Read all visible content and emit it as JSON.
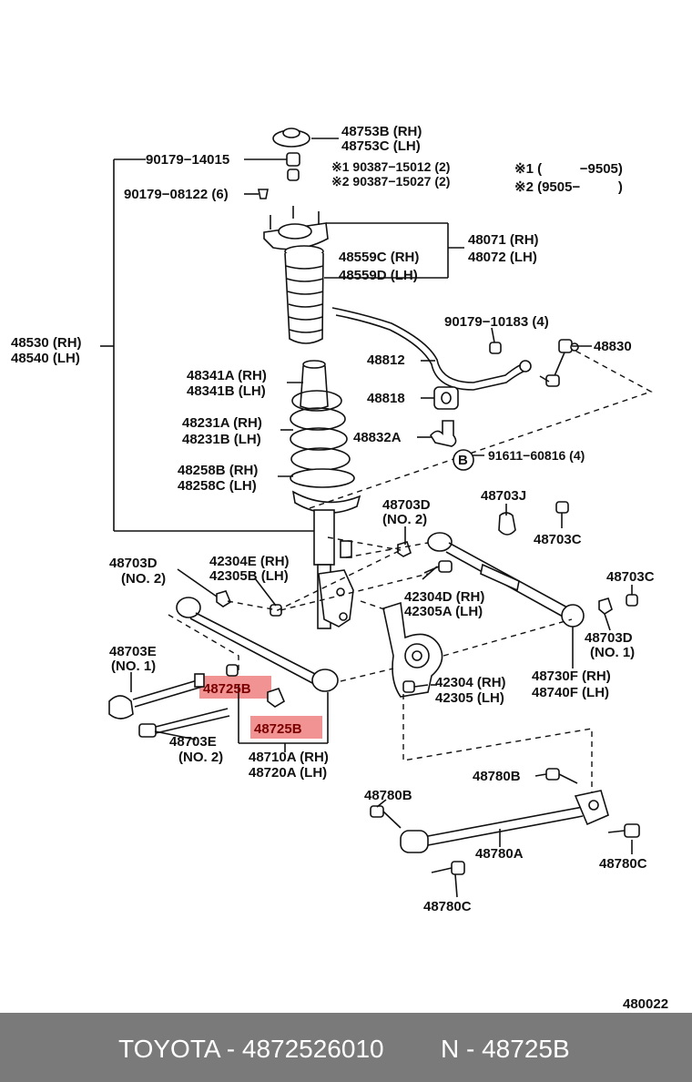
{
  "labels": {
    "l48753B": "48753B (RH)",
    "l48753C": "48753C (LH)",
    "l90179_14015": "90179−14015",
    "l_n1_90387": "※1 90387−15012 (2)",
    "l_n2_90387": "※2 90387−15027 (2)",
    "l_key1": "※1 (          −9505)",
    "l_key2": "※2 (9505−          )",
    "l90179_08122": "90179−08122 (6)",
    "l48071": "48071 (RH)",
    "l48072": "48072 (LH)",
    "l48559C": "48559C (RH)",
    "l48559D": "48559D (LH)",
    "l48530": "48530 (RH)",
    "l48540": "48540 (LH)",
    "l90179_10183": "90179−10183 (4)",
    "l48830": "48830",
    "l48812": "48812",
    "l48341A": "48341A (RH)",
    "l48341B": "48341B (LH)",
    "l48818": "48818",
    "l48231A": "48231A (RH)",
    "l48231B": "48231B (LH)",
    "l48832A": "48832A",
    "l_b": "B",
    "l91611": "91611−60816 (4)",
    "l48258B": "48258B (RH)",
    "l48258C": "48258C (LH)",
    "l48703D_top": "48703D",
    "l_no2_top": "(NO. 2)",
    "l48703J": "48703J",
    "l48703C_r": "48703C",
    "l48703D_left": "48703D",
    "l_no2_left": "(NO. 2)",
    "l42304E": "42304E (RH)",
    "l42305B": "42305B (LH)",
    "l42304D": "42304D (RH)",
    "l42305A": "42305A (LH)",
    "l48703C_far": "48703C",
    "l48703D_r": "48703D",
    "l_no1_r": "(NO. 1)",
    "l48703E_top": "48703E",
    "l_no1_left": "(NO. 1)",
    "l48725B_a": "48725B",
    "l48725B_b": "48725B",
    "l42304": "42304 (RH)",
    "l42305": "42305 (LH)",
    "l48730F": "48730F (RH)",
    "l48740F": "48740F (LH)",
    "l48703E_bot": "48703E",
    "l_no2_bot": "(NO. 2)",
    "l48710A": "48710A (RH)",
    "l48720A": "48720A (LH)",
    "l48780B_r": "48780B",
    "l48780B_l": "48780B",
    "l48780A": "48780A",
    "l48780C_r": "48780C",
    "l48780C_b": "48780C",
    "l480022": "480022"
  },
  "footer": {
    "left": "TOYOTA - 4872526010",
    "right": "N - 48725B"
  },
  "colors": {
    "highlight": "#f08080",
    "footer_bg": "#7a7a7a",
    "footer_text": "#ffffff"
  }
}
